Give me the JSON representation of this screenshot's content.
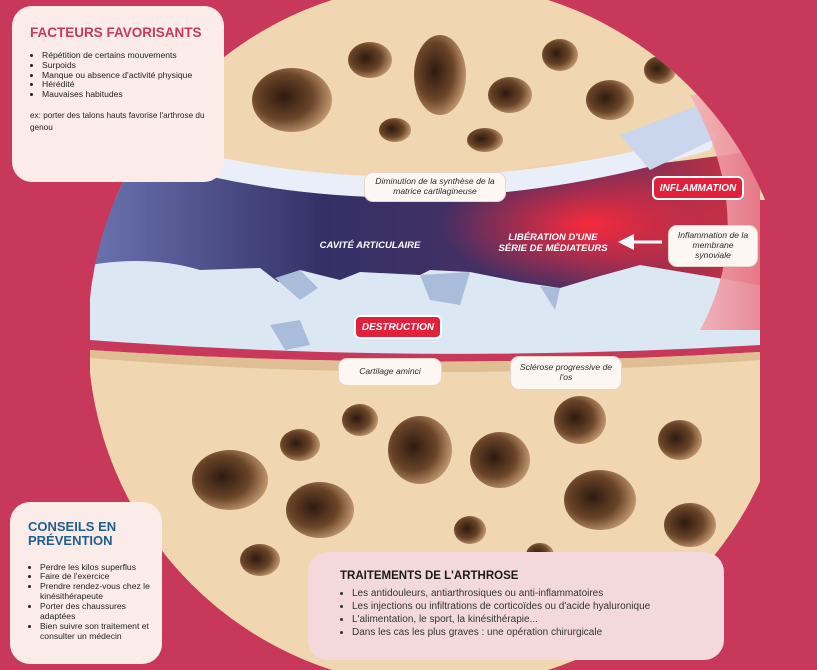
{
  "factors": {
    "title": "FACTEURS FAVORISANTS",
    "items": [
      "Répétition de certains mouvements",
      "Surpoids",
      "Manque ou absence d'activité physique",
      "Hérédité",
      "Mauvaises habitudes"
    ],
    "note": "ex: porter des talons hauts favorise l'arthrose du genou"
  },
  "advice": {
    "title": "CONSEILS EN PRÉVENTION",
    "items": [
      "Perdre les kilos superflus",
      "Faire de l'exercice",
      "Prendre rendez-vous chez le kinésithérapeute",
      "Porter des chaussures adaptées",
      "Bien suivre son traitement et consulter un médecin"
    ]
  },
  "treatments": {
    "title": "TRAITEMENTS DE L'ARTHROSE",
    "items": [
      "Les antidouleurs, antiarthrosiques ou anti-inflammatoires",
      "Les injections ou infiltrations de corticoïdes ou d'acide hyaluronique",
      "L'alimentation, le sport, la kinésithérapie...",
      "Dans les cas les plus graves : une opération chirurgicale"
    ]
  },
  "diagram": {
    "synthesis_label": "Diminution de la synthèse de la matrice cartilagineuse",
    "inflammation_tag": "INFLAMMATION",
    "membrane_label": "Inflammation de la membrane synoviale",
    "cavity_label": "CAVITÉ ARTICULAIRE",
    "mediators_label": "LIBÉRATION D'UNE SÉRIE DE MÉDIATEURS",
    "destruction_tag": "DESTRUCTION",
    "cartilage_label": "Cartilage aminci",
    "sclerosis_label": "Sclérose progressive de l'os"
  },
  "colors": {
    "background": "#c8385a",
    "panel": "#fbecea",
    "accent_red": "#e1203c",
    "advice_title": "#1f5f8b",
    "bone": "#f1d7b1",
    "cavity": "#3f3c7a",
    "cartilage": "#dce7f4"
  }
}
